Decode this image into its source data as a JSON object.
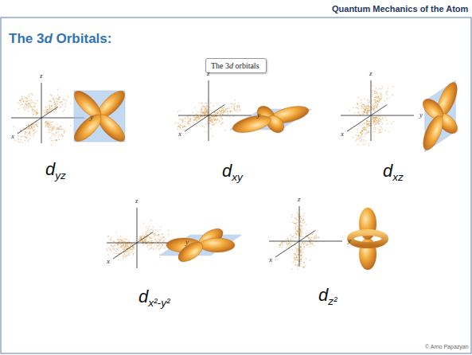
{
  "diagram": {
    "title": "The 3d Orbitals:",
    "nodes": [
      {
        "text": [
          "The 3d orbitals"
        ]
      }
    ],
    "labels": [
      "Quantum Mechanics of the Atom",
      "z",
      "y",
      "x",
      "z",
      "y",
      "x",
      "z",
      "y",
      "x",
      "dyz",
      "dxy",
      "dxz",
      "z",
      "y",
      "x",
      "z",
      "y",
      "x",
      "dx²-y²",
      "dz²",
      "© Arno Papazyan"
    ]
  }
}
